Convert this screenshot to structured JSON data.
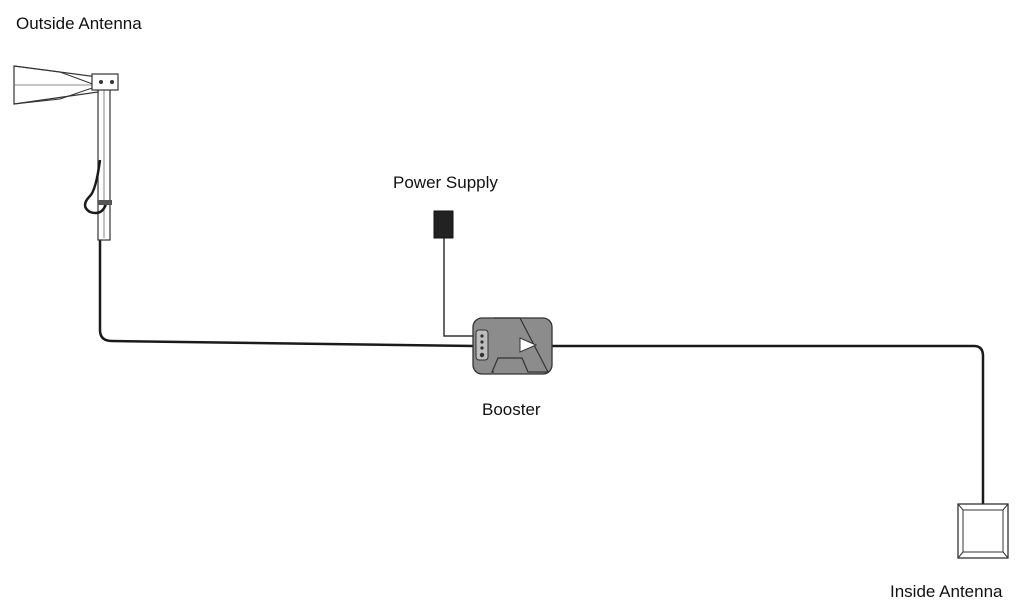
{
  "labels": {
    "outside_antenna": "Outside Antenna",
    "power_supply": "Power Supply",
    "booster": "Booster",
    "inside_antenna": "Inside Antenna"
  },
  "colors": {
    "cable": "#1a1a1a",
    "booster_body": "#8c8c8c",
    "power_supply": "#222222",
    "outline": "#333333"
  }
}
